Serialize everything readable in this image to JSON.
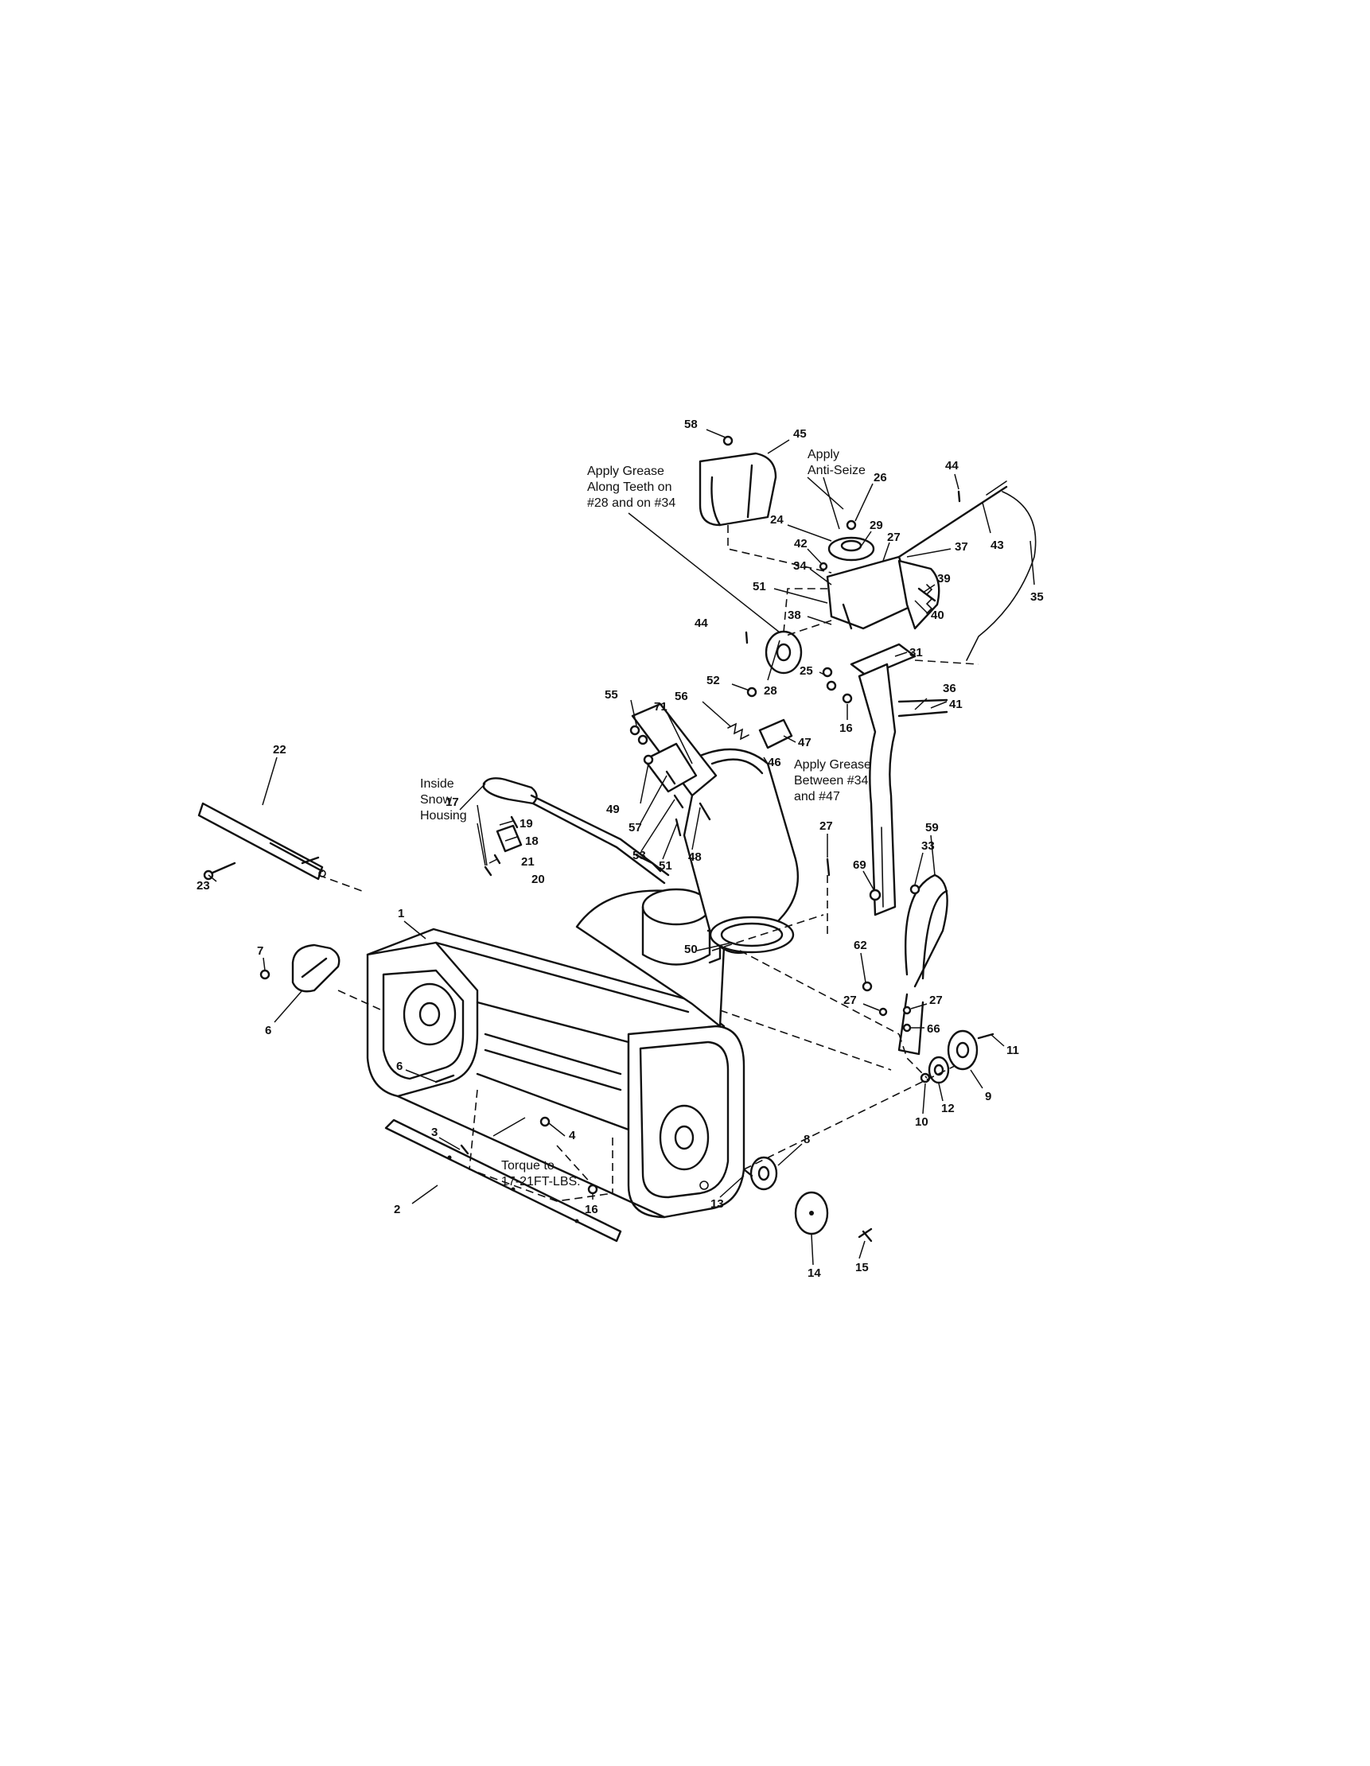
{
  "callouts": [
    "58",
    "45",
    "44",
    "26",
    "24",
    "29",
    "27",
    "37",
    "43",
    "42",
    "34",
    "51",
    "39",
    "38",
    "40",
    "35",
    "31",
    "44",
    "25",
    "52",
    "56",
    "28",
    "16",
    "41",
    "55",
    "71",
    "47",
    "46",
    "36",
    "49",
    "57",
    "53",
    "48",
    "51",
    "27",
    "69",
    "33",
    "17",
    "22",
    "19",
    "18",
    "21",
    "20",
    "1",
    "23",
    "7",
    "6",
    "50",
    "59",
    "62",
    "27",
    "27",
    "66",
    "11",
    "9",
    "12",
    "10",
    "6",
    "3",
    "4",
    "16",
    "2",
    "8",
    "13",
    "14",
    "15"
  ],
  "notes": {
    "grease_teeth": [
      "Apply Grease",
      "Along Teeth on",
      "#28 and on #34"
    ],
    "anti_seize": [
      "Apply",
      "Anti-Seize"
    ],
    "grease_between": [
      "Apply Grease",
      "Between #34",
      "and #47"
    ],
    "inside_housing": [
      "Inside",
      "Snow",
      "Housing"
    ],
    "torque": [
      "Torque to",
      "17-21FT-LBS."
    ]
  }
}
